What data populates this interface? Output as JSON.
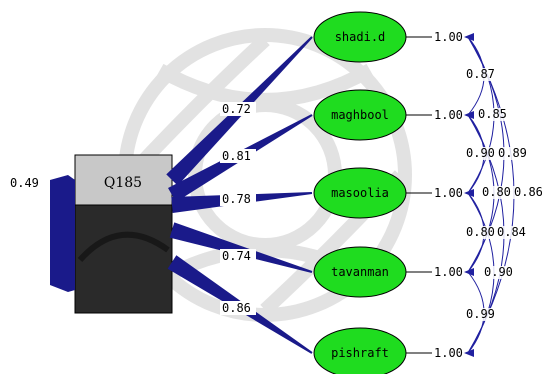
{
  "colors": {
    "ellipse_fill": "#1fdc1f",
    "arrow": "#1a1a8a",
    "curve": "#2020a0",
    "box_top": "#c8c8c8",
    "box_bottom": "#2a2a2a",
    "watermark": "#d9d9d9"
  },
  "factor": {
    "label": "Q185",
    "variance": "0.49"
  },
  "indicators": [
    {
      "name": "shadi.d",
      "loading": "0.72",
      "error": "1.00"
    },
    {
      "name": "maghbool",
      "loading": "0.81",
      "error": "1.00"
    },
    {
      "name": "masoolia",
      "loading": "0.78",
      "error": "1.00"
    },
    {
      "name": "tavanman",
      "loading": "0.74",
      "error": "1.00"
    },
    {
      "name": "pishraft",
      "loading": "0.86",
      "error": "1.00"
    }
  ],
  "covariances": [
    "0.87",
    "0.85",
    "0.90",
    "0.89",
    "0.80",
    "0.86",
    "0.80",
    "0.84",
    "0.90",
    "0.99"
  ]
}
